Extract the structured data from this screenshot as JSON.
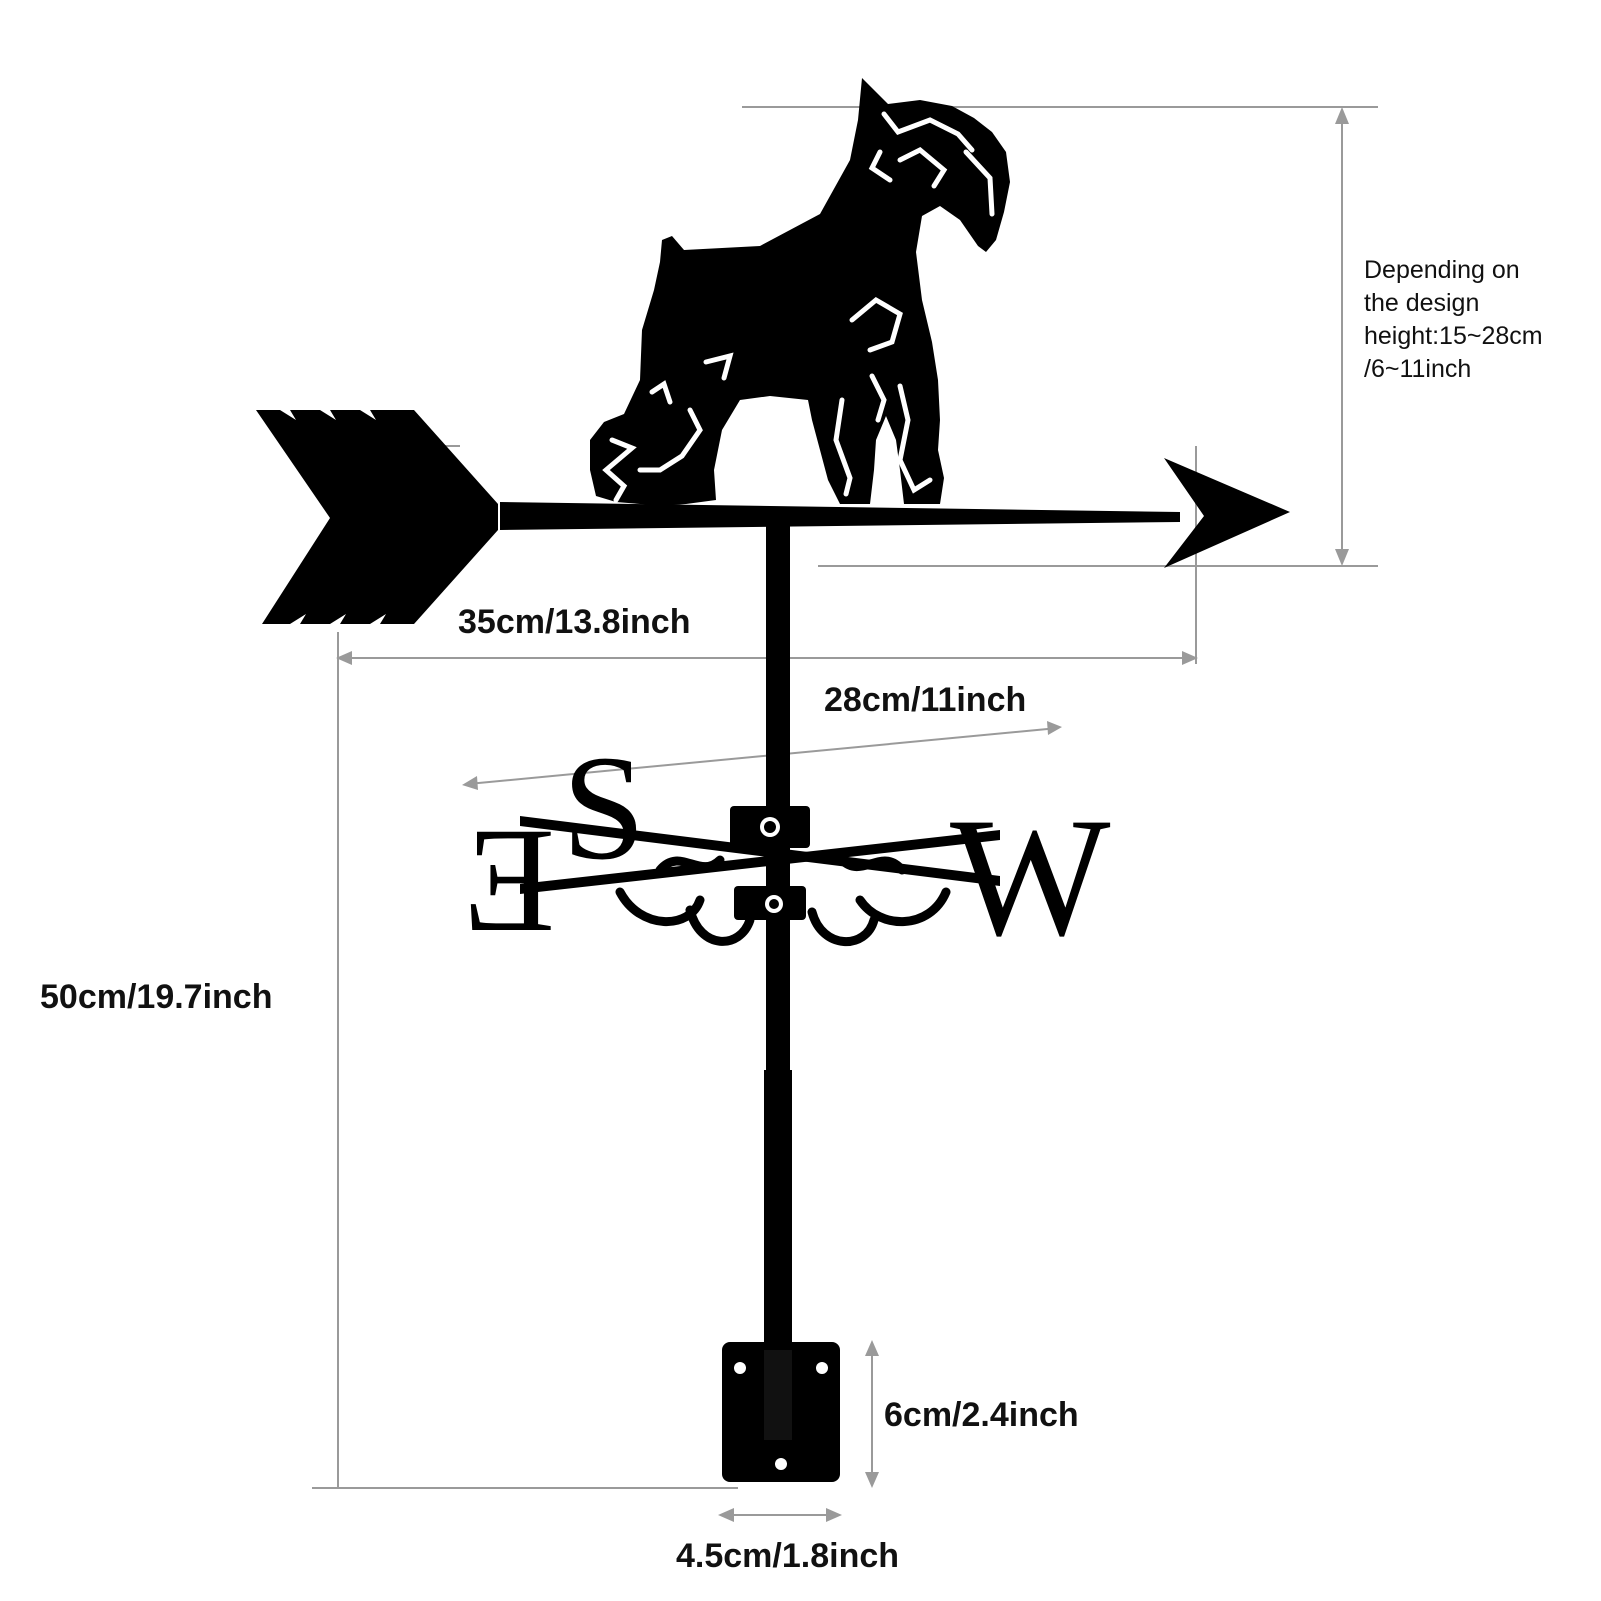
{
  "dimensions": {
    "arrow_length": "35cm/13.8inch",
    "direction_span": "28cm/11inch",
    "total_height": "50cm/19.7inch",
    "base_height": "6cm/2.4inch",
    "base_width": "4.5cm/1.8inch"
  },
  "height_note": {
    "lines": [
      "Depending on",
      "the design",
      "height:15~28cm",
      "/6~11inch"
    ]
  },
  "compass_letters": {
    "south": "S",
    "east": "E",
    "west": "W"
  },
  "colors": {
    "silhouette": "#000000",
    "dimension_lines": "#9a9a9a",
    "text": "#111111",
    "background": "#ffffff"
  }
}
